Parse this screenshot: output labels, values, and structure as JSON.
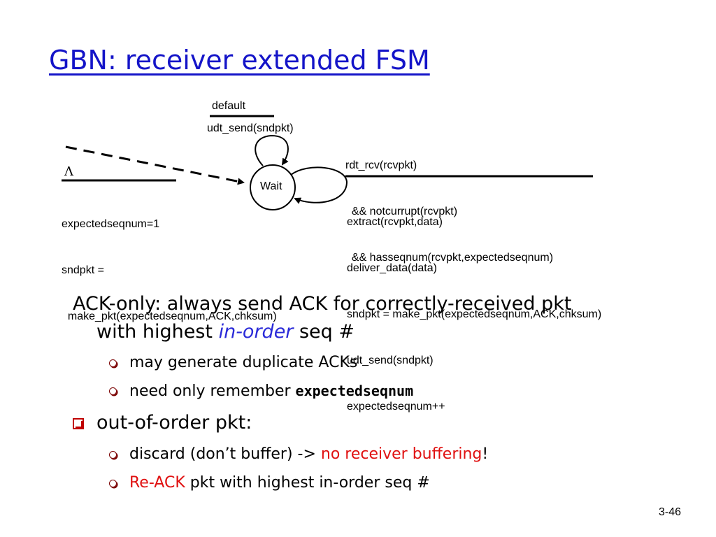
{
  "title": "GBN: receiver extended FSM",
  "fsm": {
    "state": "Wait",
    "self_loop_top": {
      "condition": "default",
      "action": "udt_send(sndpkt)"
    },
    "self_loop_right": {
      "condition_lines": [
        "rdt_rcv(rcvpkt)",
        "  && notcurrupt(rcvpkt)",
        "  && hasseqnum(rcvpkt,expectedseqnum)"
      ],
      "action_lines": [
        "extract(rcvpkt,data)",
        "deliver_data(data)",
        "sndpkt = make_pkt(expectedseqnum,ACK,chksum)",
        "udt_send(sndpkt)",
        "expectedseqnum++"
      ]
    },
    "initial": {
      "condition": "Λ",
      "action_lines": [
        "expectedseqnum=1",
        "sndpkt =",
        "  make_pkt(expectedseqnum,ACK,chksum)"
      ]
    }
  },
  "bullets": {
    "b1": {
      "part1": "ACK-only: always send ACK for correctly-received pkt",
      "part2a": "with highest ",
      "part2b": "in-order",
      "part2c": " seq #"
    },
    "b1_sub1": "may generate duplicate ACKs",
    "b1_sub2a": "need only remember ",
    "b1_sub2b": "expectedseqnum",
    "b2": "out-of-order pkt:",
    "b2_sub1a": "discard (don’t buffer) -> ",
    "b2_sub1b": "no receiver buffering",
    "b2_sub1c": "!",
    "b2_sub2a": "Re-ACK",
    "b2_sub2b": " pkt with highest in-order seq #"
  },
  "page_number": "3-46",
  "colors": {
    "title": "#1414c8",
    "emphasis_blue": "#2a2ad8",
    "emphasis_red": "#e01010",
    "bullet": "#c00000"
  }
}
